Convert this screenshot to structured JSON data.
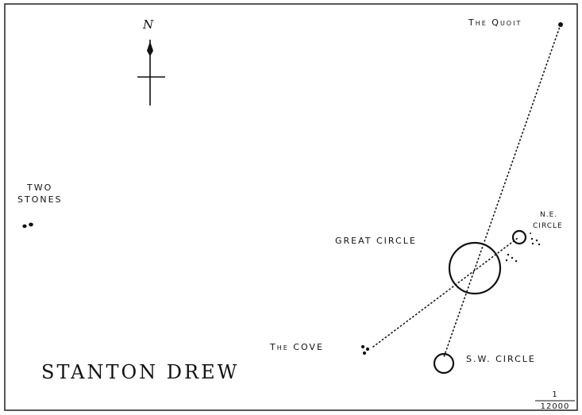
{
  "map": {
    "title": "STANTON DREW",
    "north_label": "N",
    "scale": {
      "numerator": "1",
      "denominator": "12000"
    }
  },
  "features": {
    "quoit": "The Quoit",
    "two_stones_line1": "TWO",
    "two_stones_line2": "STONES",
    "ne_circle_line1": "N.E.",
    "ne_circle_line2": "CIRCLE",
    "great_circle": "GREAT CIRCLE",
    "cove": "The COVE",
    "sw_circle": "S.W. CIRCLE"
  },
  "colors": {
    "ink": "#111111",
    "paper": "#ffffff"
  }
}
